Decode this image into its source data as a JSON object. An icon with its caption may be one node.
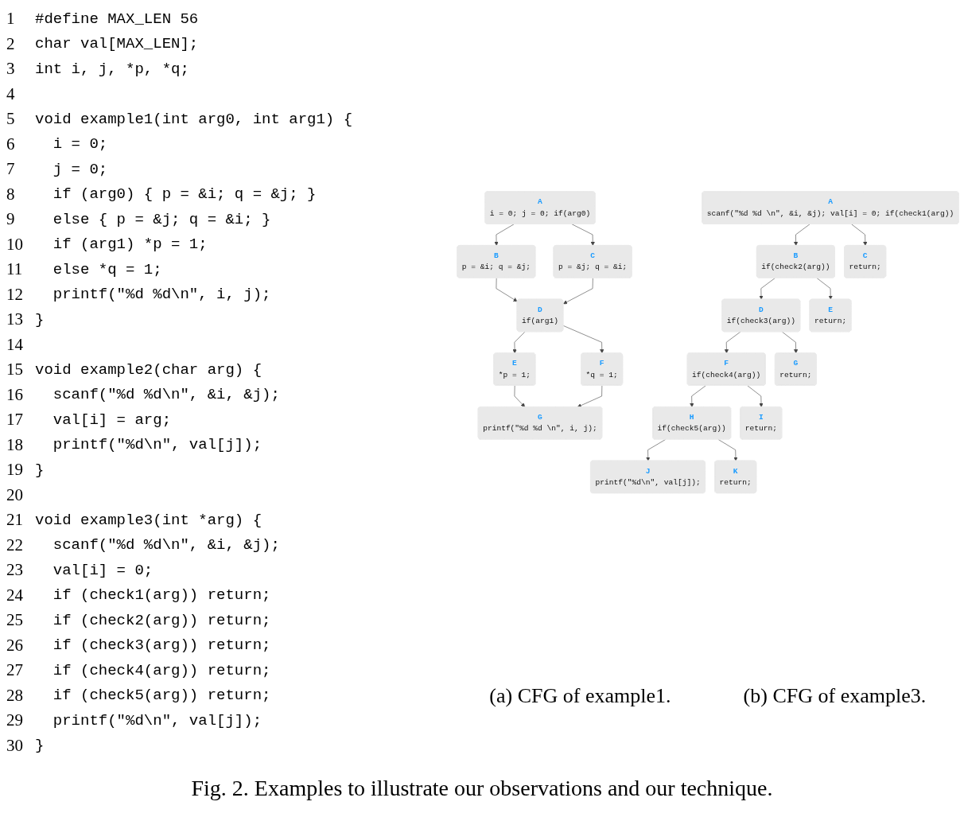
{
  "diagram": {
    "caption": "Fig. 2.  Examples to illustrate our observations and our technique.",
    "nodes": [
      {
        "text": [
          "A",
          "i = 0; j = 0; if(arg0)"
        ]
      },
      {
        "text": [
          "B",
          "p = &i; q = &j;"
        ]
      },
      {
        "text": [
          "C",
          "p = &j; q = &i;"
        ]
      },
      {
        "text": [
          "D",
          "if(arg1)"
        ]
      },
      {
        "text": [
          "E",
          "*p = 1;"
        ]
      },
      {
        "text": [
          "F",
          "*q = 1;"
        ]
      },
      {
        "text": [
          "G",
          "printf(\"%d %d \\n\", i, j);"
        ]
      },
      {
        "text": [
          "A",
          "scanf(\"%d %d \\n\", &i, &j); val[i] = 0; if(check1(arg))"
        ]
      },
      {
        "text": [
          "B",
          "if(check2(arg))"
        ]
      },
      {
        "text": [
          "C",
          "return;"
        ]
      },
      {
        "text": [
          "D",
          "if(check3(arg))"
        ]
      },
      {
        "text": [
          "E",
          "return;"
        ]
      },
      {
        "text": [
          "F",
          "if(check4(arg))"
        ]
      },
      {
        "text": [
          "G",
          "return;"
        ]
      },
      {
        "text": [
          "H",
          "if(check5(arg))"
        ]
      },
      {
        "text": [
          "I",
          "return;"
        ]
      },
      {
        "text": [
          "J",
          "printf(\"%d\\n\", val[j]);"
        ]
      },
      {
        "text": [
          "K",
          "return;"
        ]
      }
    ],
    "edges": [
      {
        "from": 0,
        "to": 1,
        "arrow": "to"
      },
      {
        "from": 0,
        "to": 2,
        "arrow": "to"
      },
      {
        "from": 1,
        "to": 3,
        "arrow": "to"
      },
      {
        "from": 2,
        "to": 3,
        "arrow": "to"
      },
      {
        "from": 3,
        "to": 4,
        "arrow": "to"
      },
      {
        "from": 3,
        "to": 5,
        "arrow": "to"
      },
      {
        "from": 4,
        "to": 6,
        "arrow": "to"
      },
      {
        "from": 5,
        "to": 6,
        "arrow": "to"
      },
      {
        "from": 7,
        "to": 8,
        "arrow": "to"
      },
      {
        "from": 7,
        "to": 9,
        "arrow": "to"
      },
      {
        "from": 8,
        "to": 10,
        "arrow": "to"
      },
      {
        "from": 8,
        "to": 11,
        "arrow": "to"
      },
      {
        "from": 10,
        "to": 12,
        "arrow": "to"
      },
      {
        "from": 10,
        "to": 13,
        "arrow": "to"
      },
      {
        "from": 12,
        "to": 14,
        "arrow": "to"
      },
      {
        "from": 12,
        "to": 15,
        "arrow": "to"
      },
      {
        "from": 14,
        "to": 16,
        "arrow": "to"
      },
      {
        "from": 14,
        "to": 17,
        "arrow": "to"
      }
    ],
    "labels": [
      "1",
      "#define MAX_LEN 56",
      "2",
      "char val[MAX_LEN];",
      "3",
      "int i, j, *p, *q;",
      "4",
      "5",
      "void example1(int arg0, int arg1) {",
      "6",
      "  i = 0;",
      "7",
      "  j = 0;",
      "8",
      "  if (arg0) { p = &i; q = &j; }",
      "9",
      "  else { p = &j; q = &i; }",
      "10",
      "  if (arg1) *p = 1;",
      "11",
      "  else *q = 1;",
      "12",
      "  printf(\"%d %d\\n\", i, j);",
      "13",
      "}",
      "14",
      "15",
      "void example2(char arg) {",
      "16",
      "  scanf(\"%d %d\\n\", &i, &j);",
      "17",
      "  val[i] = arg;",
      "18",
      "  printf(\"%d\\n\", val[j]);",
      "19",
      "}",
      "20",
      "21",
      "void example3(int *arg) {",
      "22",
      "  scanf(\"%d %d\\n\", &i, &j);",
      "23",
      "  val[i] = 0;",
      "24",
      "  if (check1(arg)) return;",
      "25",
      "  if (check2(arg)) return;",
      "26",
      "  if (check3(arg)) return;",
      "27",
      "  if (check4(arg)) return;",
      "28",
      "  if (check5(arg)) return;",
      "29",
      "  printf(\"%d\\n\", val[j]);",
      "30",
      "}",
      "(a) CFG of example1.",
      "(b) CFG of example3."
    ]
  }
}
